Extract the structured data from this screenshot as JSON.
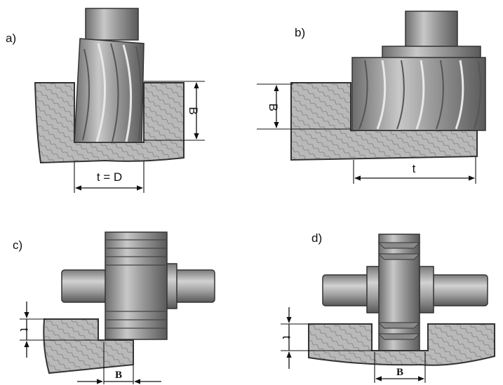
{
  "panels": {
    "a": {
      "label": "a)",
      "dim_width": "t = D",
      "dim_depth": "B"
    },
    "b": {
      "label": "b)",
      "dim_width": "t",
      "dim_depth": "B"
    },
    "c": {
      "label": "c)",
      "dim_width": "B",
      "dim_depth": "t"
    },
    "d": {
      "label": "d)",
      "dim_width": "B",
      "dim_depth": "t"
    }
  }
}
